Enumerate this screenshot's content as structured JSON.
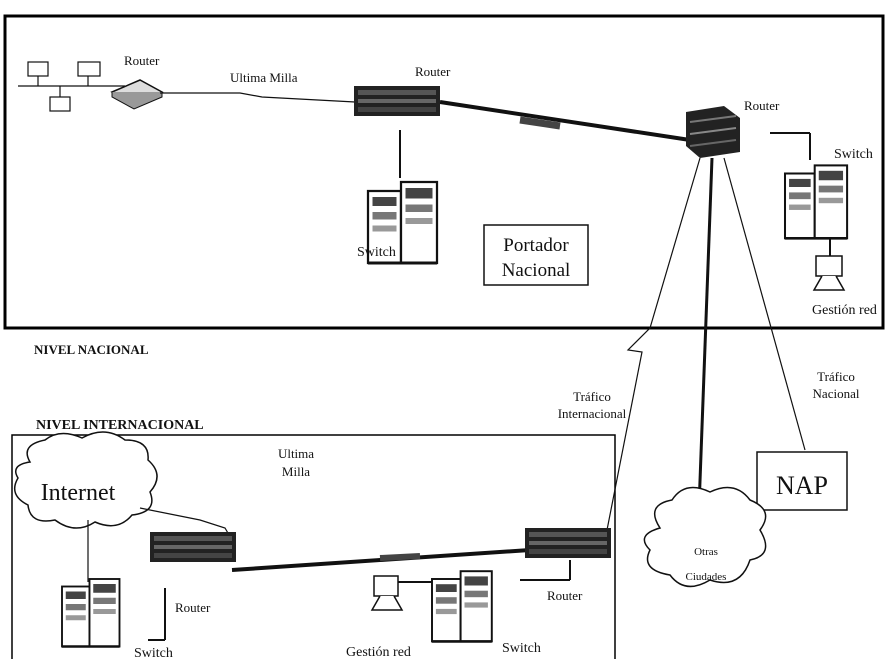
{
  "labels": {
    "router_top_left": "Router",
    "ultima_milla_top": "Ultima Milla",
    "router_top_center": "Router",
    "router_top_right": "Router",
    "switch_top_right": "Switch",
    "switch_top_center": "Switch",
    "portador_line1": "Portador",
    "portador_line2": "Nacional",
    "gestion_top": "Gestión red",
    "nivel_nacional": "NIVEL NACIONAL",
    "trafico_int_1": "Tráfico",
    "trafico_int_2": "Internacional",
    "trafico_nac_1": "Tráfico",
    "trafico_nac_2": "Nacional",
    "nivel_internacional": "NIVEL INTERNACIONAL",
    "ultima_milla_bot_1": "Ultima",
    "ultima_milla_bot_2": "Milla",
    "internet": "Internet",
    "nap": "NAP",
    "otras_1": "Otras",
    "otras_2": "Ciudades",
    "router_bot_left": "Router",
    "router_bot_right": "Router",
    "switch_bot_left": "Switch",
    "switch_bot_right": "Switch",
    "gestion_bot": "Gestión red"
  }
}
